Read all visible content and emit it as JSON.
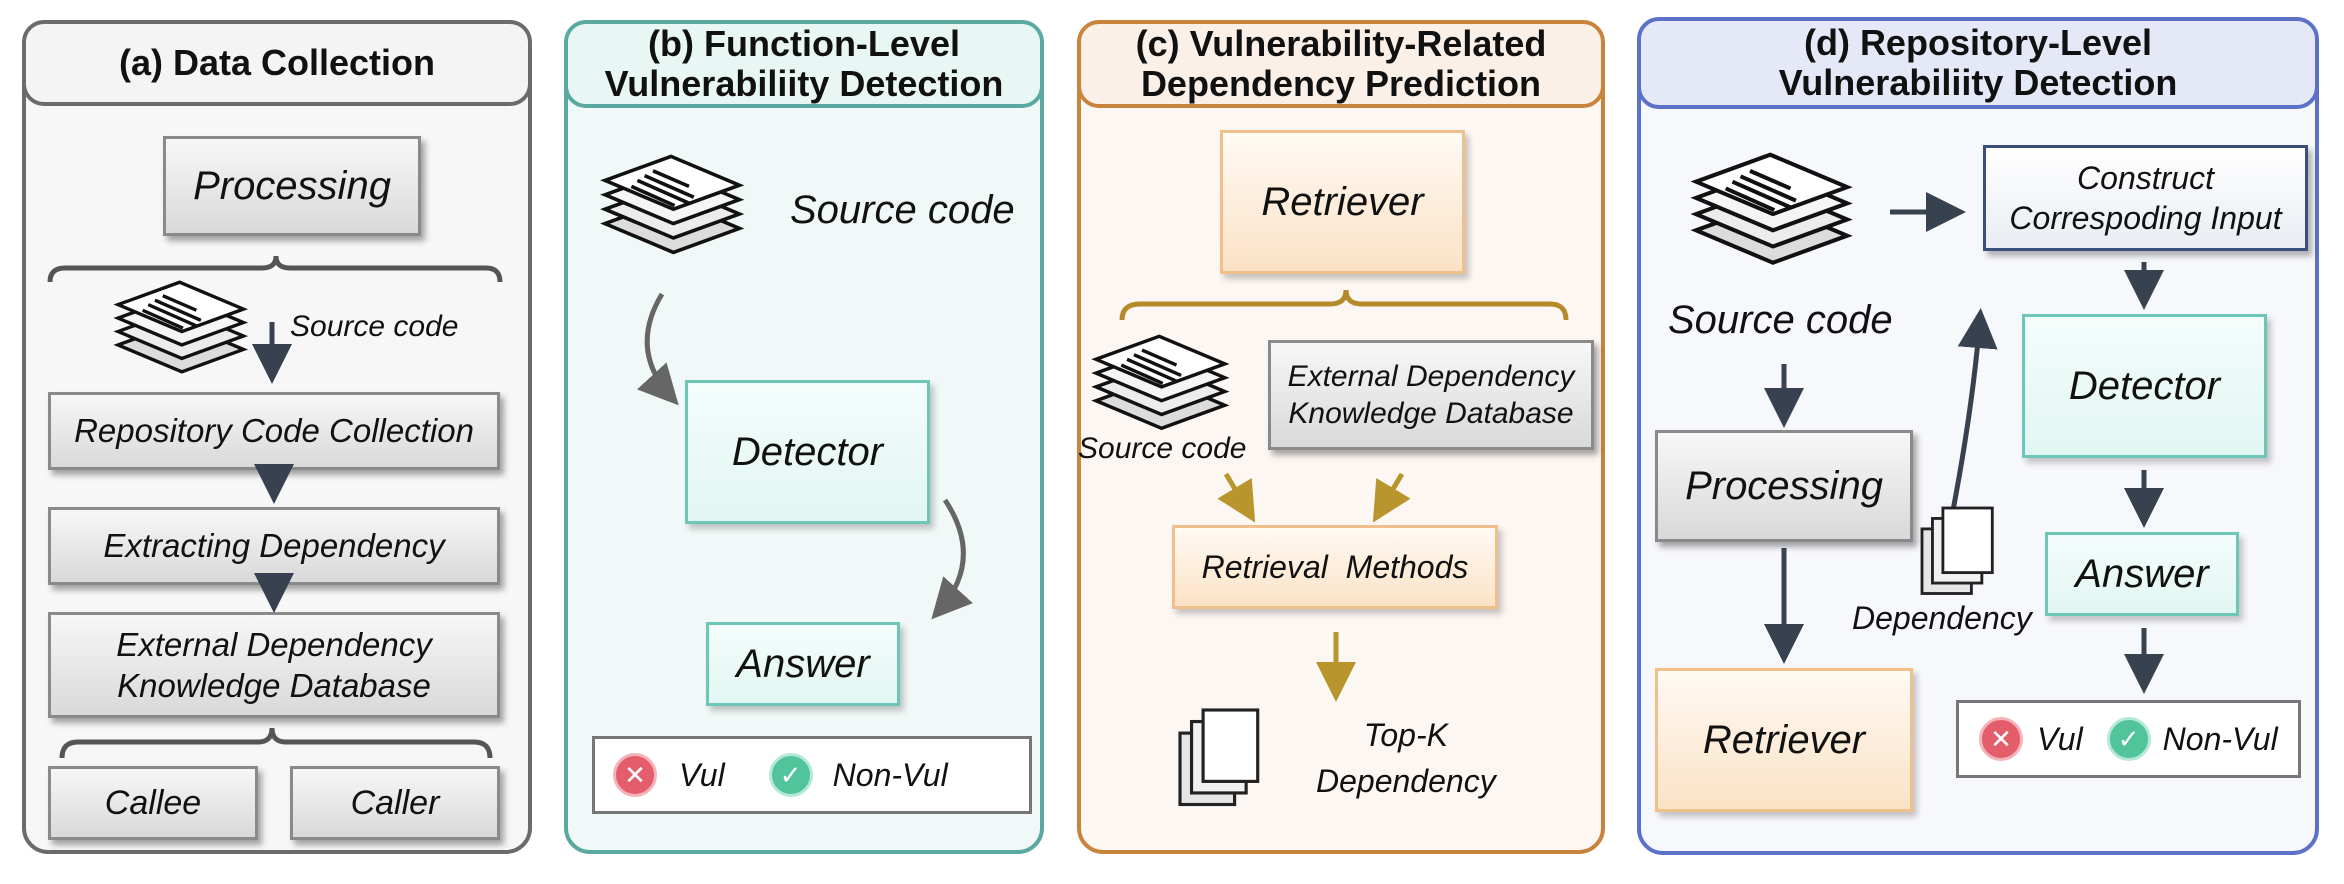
{
  "colors": {
    "panel_a_border": "#6b6b6b",
    "panel_b_border": "#5aa9a0",
    "panel_c_border": "#c8843c",
    "panel_d_border": "#5c72c8",
    "arrow_dark": "#37414f",
    "arrow_gold": "#b9952e",
    "vul_red": "#e35d6a",
    "nonvul_green": "#52c49c"
  },
  "panel_a": {
    "title": "(a) Data Collection",
    "processing": "Processing",
    "source_code": "Source code",
    "repo_collection": "Repository Code Collection",
    "extracting": "Extracting Dependency",
    "ext_db_line1": "External Dependency",
    "ext_db_line2": "Knowledge Database",
    "callee": "Callee",
    "caller": "Caller"
  },
  "panel_b": {
    "title_line1": "(b) Function-Level",
    "title_line2": "Vulnerabiliity Detection",
    "source_code": "Source code",
    "detector": "Detector",
    "answer": "Answer",
    "vul": "Vul",
    "non_vul": "Non-Vul"
  },
  "panel_c": {
    "title_line1": "(c) Vulnerability-Related",
    "title_line2": "Dependency Prediction",
    "retriever": "Retriever",
    "source_code": "Source code",
    "ext_db_line1": "External Dependency",
    "ext_db_line2": "Knowledge Database",
    "retrieval_methods": "Retrieval  Methods",
    "topk_line1": "Top-K",
    "topk_line2": "Dependency"
  },
  "panel_d": {
    "title_line1": "(d) Repository-Level",
    "title_line2": "Vulnerabiliity Detection",
    "construct_line1": "Construct",
    "construct_line2": "Correspoding Input",
    "source_code": "Source code",
    "detector": "Detector",
    "processing": "Processing",
    "answer": "Answer",
    "dependency": "Dependency",
    "retriever": "Retriever",
    "vul": "Vul",
    "non_vul": "Non-Vul"
  },
  "icons": {
    "doc_stack": "stacked-code-document-icon",
    "page_stack": "stacked-blank-pages-icon",
    "vul": "x-mark-icon",
    "non_vul": "check-mark-icon"
  }
}
